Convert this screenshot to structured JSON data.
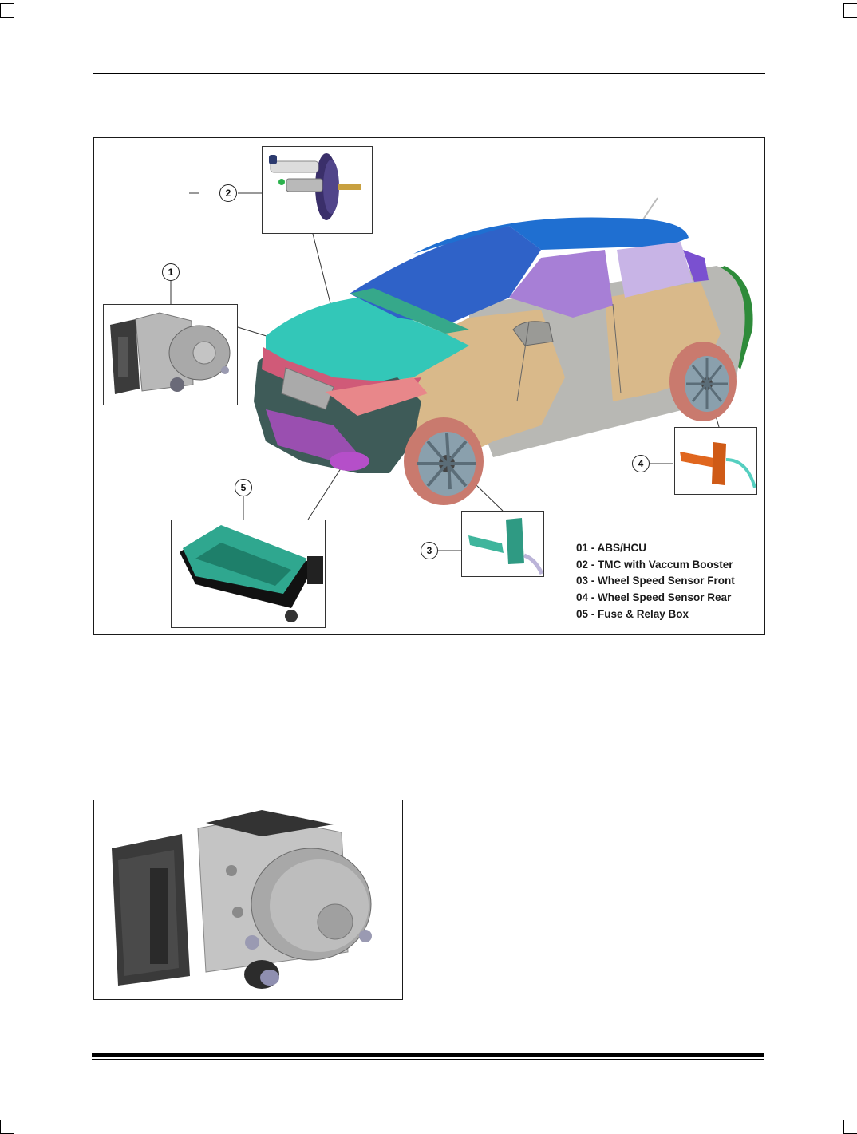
{
  "legend": {
    "items": [
      "01 - ABS/HCU",
      "02 - TMC with Vaccum Booster",
      "03 - Wheel Speed Sensor Front",
      "04 - Wheel Speed Sensor Rear",
      "05 - Fuse & Relay Box"
    ]
  },
  "callouts": [
    "1",
    "2",
    "3",
    "4",
    "5"
  ],
  "colors": {
    "roof": "#1f6fd1",
    "hood": "#33c7b8",
    "body_tan": "#d9b98a",
    "body_grey": "#b8b8b4",
    "tyre": "#c97a6e",
    "rear_green": "#2e8b3a",
    "bumper": "#3e5b58",
    "sensor_green": "#3fb59c",
    "sensor_orange": "#e0661e"
  }
}
